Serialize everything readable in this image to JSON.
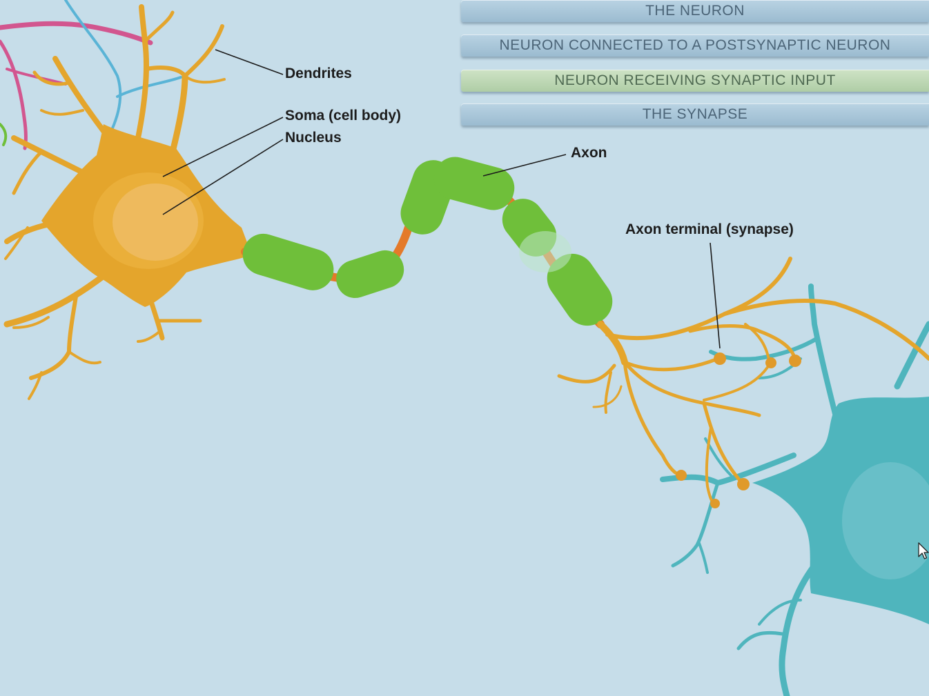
{
  "menu": {
    "items": [
      {
        "label": "THE NEURON",
        "active": false
      },
      {
        "label": "NEURON CONNECTED TO A POSTSYNAPTIC NEURON",
        "active": false
      },
      {
        "label": "NEURON RECEIVING SYNAPTIC INPUT",
        "active": true
      },
      {
        "label": "THE SYNAPSE",
        "active": false
      }
    ]
  },
  "labels": {
    "dendrites": "Dendrites",
    "soma": "Soma (cell body)",
    "nucleus": "Nucleus",
    "axon": "Axon",
    "axon_terminal": "Axon terminal (synapse)"
  },
  "colors": {
    "background": "#c6dde9",
    "neuron": "#e4a52c",
    "myelin": "#6fbf3a",
    "postsynaptic_neuron": "#4fb5bd",
    "input_axon_blue": "#5ab4d6",
    "input_axon_pink": "#d2568f",
    "menu_button": "#a9c7da",
    "menu_button_active": "#bcd8b3"
  },
  "icons": {
    "cursor": "mouse-pointer-icon"
  }
}
